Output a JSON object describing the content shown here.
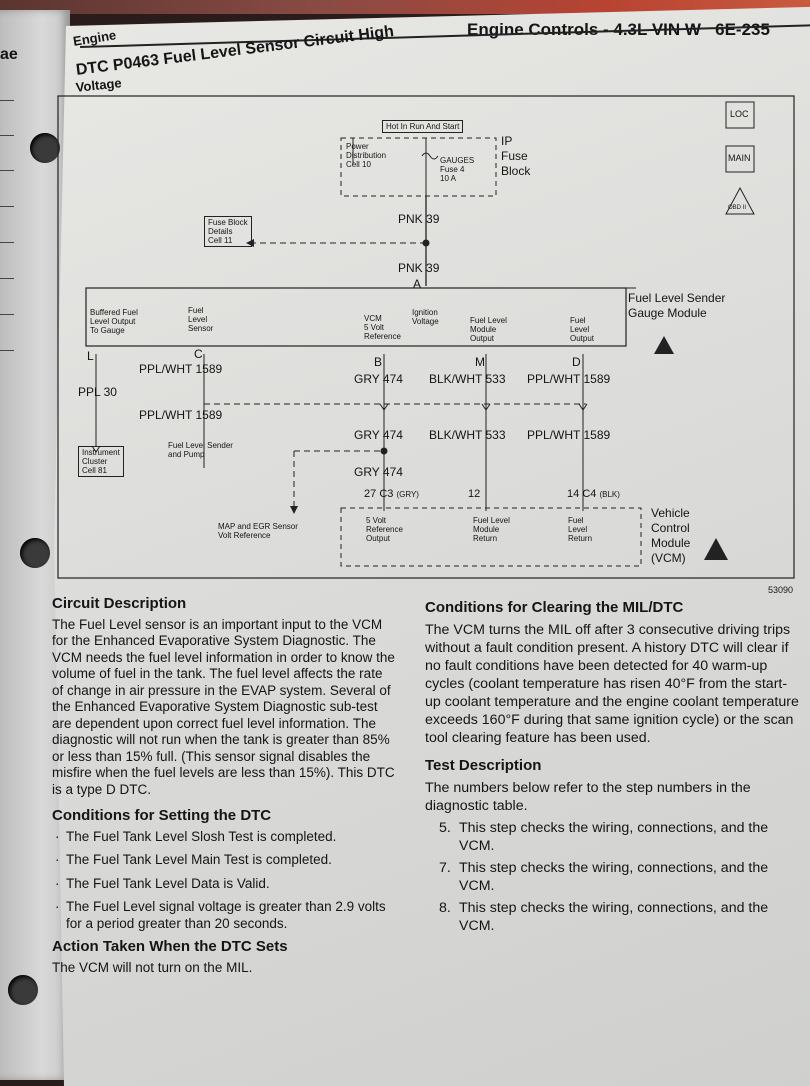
{
  "left_page": {
    "fragment": "ae"
  },
  "header": {
    "section": "Engine",
    "title": "Engine Controls - 4.3L VIN W",
    "page": "6E-235"
  },
  "dtc": {
    "title": "DTC P0463 Fuel Level Sensor Circuit High",
    "title_line2": "Voltage"
  },
  "diagram": {
    "hot_label": "Hot In Run And Start",
    "power_dist": [
      "Power",
      "Distribution",
      "Cell 10"
    ],
    "gauges_fuse": [
      "GAUGES",
      "Fuse 4",
      "10 A"
    ],
    "ip_fuse_block": [
      "IP",
      "Fuse",
      "Block"
    ],
    "fuse_block_details": [
      "Fuse Block",
      "Details",
      "Cell 11"
    ],
    "wire_pnk_1": "PNK",
    "wire_pnk_1_num": "39",
    "wire_pnk_2": "PNK",
    "wire_pnk_2_num": "39",
    "pin_a": "A",
    "module_name": [
      "Fuel Level Sender",
      "Gauge Module"
    ],
    "module_labels": {
      "buffered": [
        "Buffered Fuel",
        "Level Output",
        "To Gauge"
      ],
      "fuel_sensor": [
        "Fuel",
        "Level",
        "Sensor"
      ],
      "vcm_ref": [
        "VCM",
        "5 Volt",
        "Reference"
      ],
      "ignition": [
        "Ignition",
        "Voltage"
      ],
      "fuel_module_output": [
        "Fuel Level",
        "Module",
        "Output"
      ],
      "fuel_level_output": [
        "Fuel",
        "Level",
        "Output"
      ]
    },
    "pins": {
      "l": "L",
      "c": "C",
      "b": "B",
      "m": "M",
      "d": "D"
    },
    "wires": {
      "ppl30": "PPL",
      "ppl30_num": "30",
      "pplwht_c": "PPL/WHT",
      "pplwht_c_num": "1589",
      "gry_b": "GRY",
      "gry_b_num": "474",
      "blkwht_m": "BLK/WHT",
      "blkwht_m_num": "533",
      "pplwht_d": "PPL/WHT",
      "pplwht_d_num": "1589",
      "pplwht_lower": "PPL/WHT",
      "pplwht_lower_num": "1589",
      "gry_b2": "GRY",
      "gry_b2_num": "474",
      "blkwht_m2": "BLK/WHT",
      "blkwht_m2_num": "533",
      "pplwht_d2": "PPL/WHT",
      "pplwht_d2_num": "1589",
      "gry_b3": "GRY",
      "gry_b3_num": "474"
    },
    "instrument_cluster": [
      "Instrument",
      "Cluster",
      "Cell 81"
    ],
    "sender_pump": [
      "Fuel Level Sender",
      "and Pump"
    ],
    "map_egr": [
      "MAP and EGR Sensor",
      "Volt Reference"
    ],
    "connectors": {
      "c27": "27",
      "c3": "C3",
      "c3_color": "(GRY)",
      "c12": "12",
      "c14": "14",
      "c4": "C4",
      "c4_color": "(BLK)"
    },
    "vcm_labels": {
      "ref_output": [
        "5 Volt",
        "Reference",
        "Output"
      ],
      "fuel_return": [
        "Fuel Level",
        "Module",
        "Return"
      ],
      "fuel_level_return": [
        "Fuel",
        "Level",
        "Return"
      ]
    },
    "vcm_name": [
      "Vehicle",
      "Control",
      "Module",
      "(VCM)"
    ],
    "loc_icon": "LOC",
    "main_icon": "MAIN",
    "obd_icon": "OBD II",
    "figure_number": "53090"
  },
  "circuit_description": {
    "heading": "Circuit Description",
    "body": "The Fuel Level sensor is an important input to the VCM for the Enhanced Evaporative System Diagnostic. The VCM needs the fuel level information in order to know the volume of fuel in the tank. The fuel level affects the rate of change in air pressure in the EVAP system. Several of the Enhanced Evaporative System Diagnostic sub-test are dependent upon correct fuel level information. The diagnostic will not run when the tank is greater than 85% or less than 15% full. (This sensor signal disables the misfire when the fuel levels are less than 15%). This DTC is a type D DTC."
  },
  "conditions_setting": {
    "heading": "Conditions for Setting the DTC",
    "items": [
      "The Fuel Tank Level Slosh Test is completed.",
      "The Fuel Tank Level Main Test is completed.",
      "The Fuel Tank Level Data is Valid.",
      "The Fuel Level signal voltage is greater than 2.9 volts for a period greater than 20 seconds."
    ]
  },
  "action_taken": {
    "heading": "Action Taken When the DTC Sets",
    "body": "The VCM will not turn on the MIL."
  },
  "conditions_clearing": {
    "heading": "Conditions for Clearing the MIL/DTC",
    "body": "The VCM turns the MIL off after 3 consecutive driving trips without a fault condition present. A history DTC will clear if no fault conditions have been detected for 40 warm-up cycles (coolant temperature has risen 40°F from the start-up coolant temperature and the engine coolant temperature exceeds 160°F during that same ignition cycle) or the scan tool clearing feature has been used."
  },
  "test_description": {
    "heading": "Test Description",
    "intro": "The numbers below refer to the step numbers in the diagnostic table.",
    "steps": [
      {
        "num": "5.",
        "text": "This step checks the wiring, connections, and the VCM."
      },
      {
        "num": "7.",
        "text": "This step checks the wiring, connections, and the VCM."
      },
      {
        "num": "8.",
        "text": "This step checks the wiring, connections, and the VCM."
      }
    ]
  }
}
